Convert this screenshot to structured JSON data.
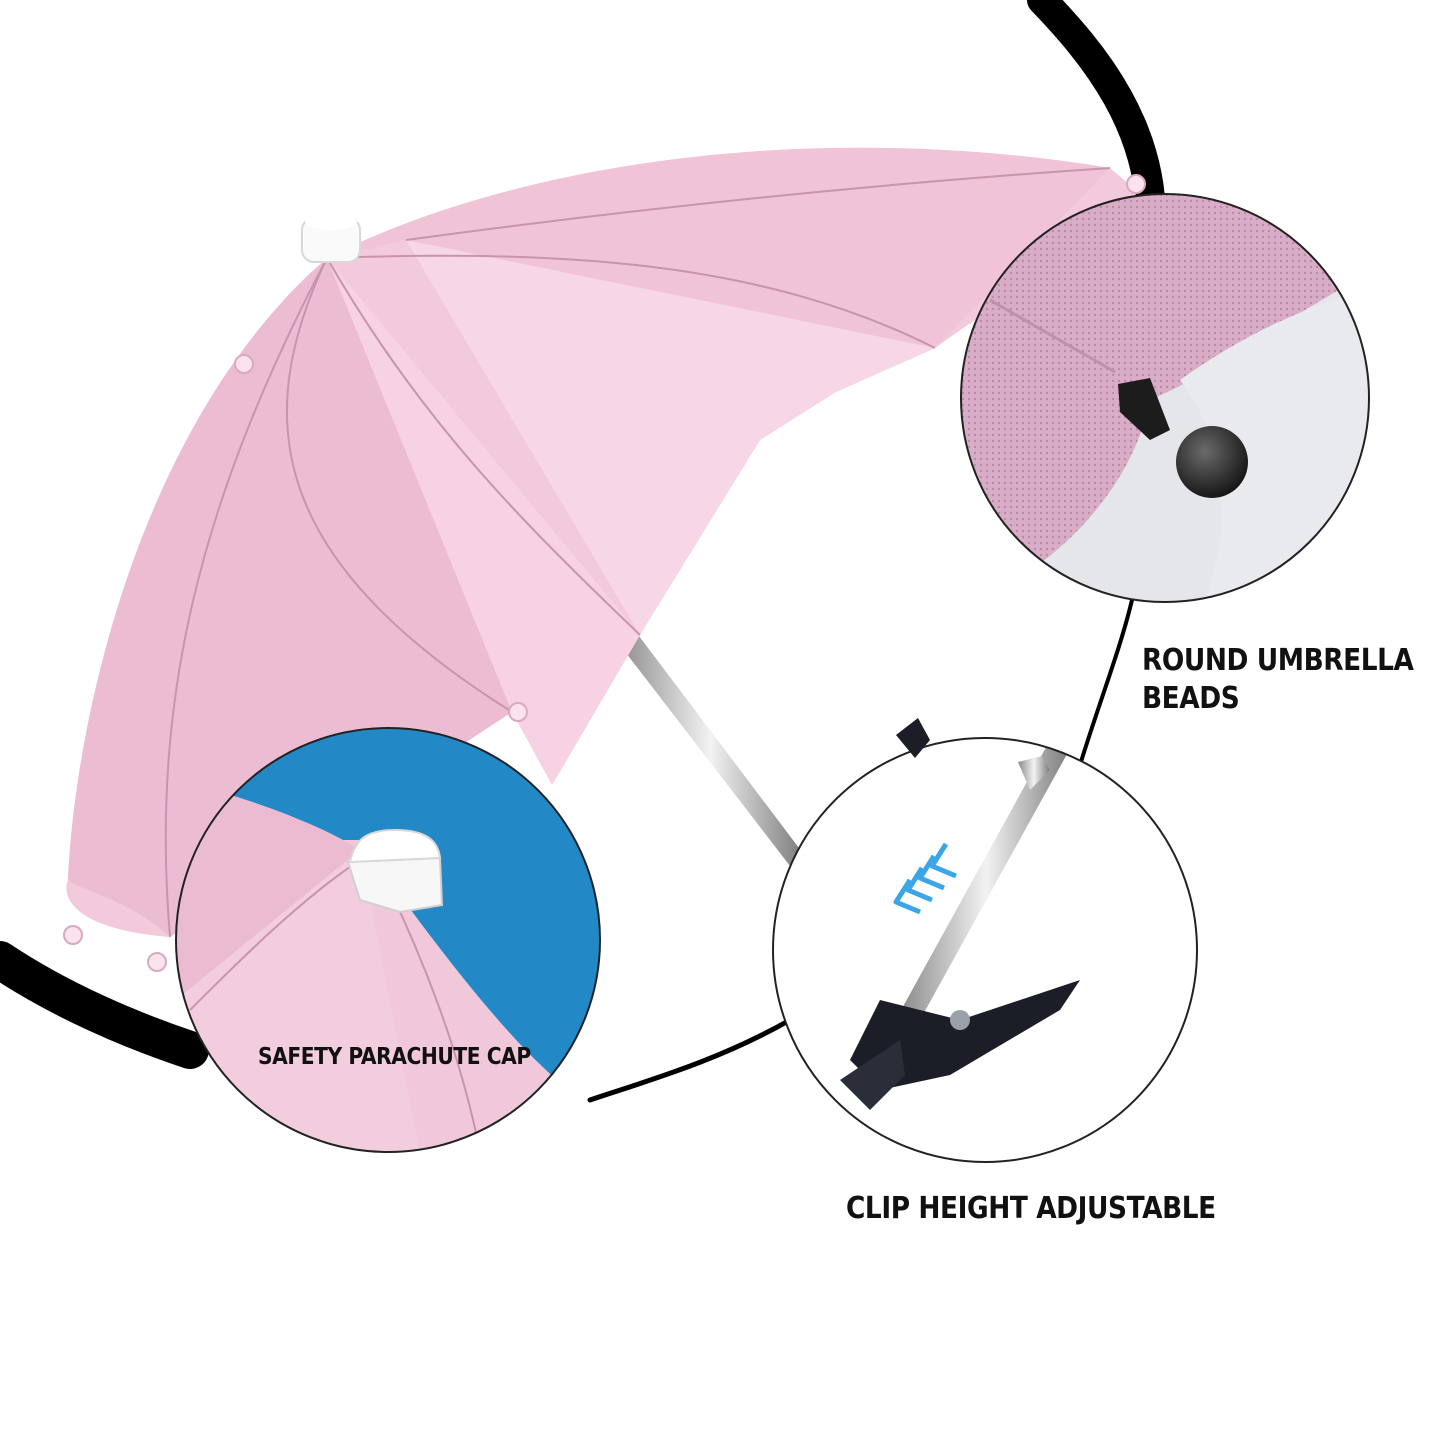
{
  "labels": {
    "beads_line1": "ROUND UMBRELLA",
    "beads_line2": "BEADS",
    "clip": "CLIP HEIGHT ADJUSTABLE",
    "cap": "SAFETY PARACHUTE CAP"
  },
  "icons": {
    "arrows": "chevron-arrows-icon"
  },
  "colors": {
    "canopy": "#f3c9dc",
    "canopy_shade": "#e9b4cc",
    "curve": "#000000",
    "arrow": "#3aa6e8",
    "blue_bg": "#2289c6",
    "clip": "#1b1e27",
    "bead": "#222222"
  }
}
